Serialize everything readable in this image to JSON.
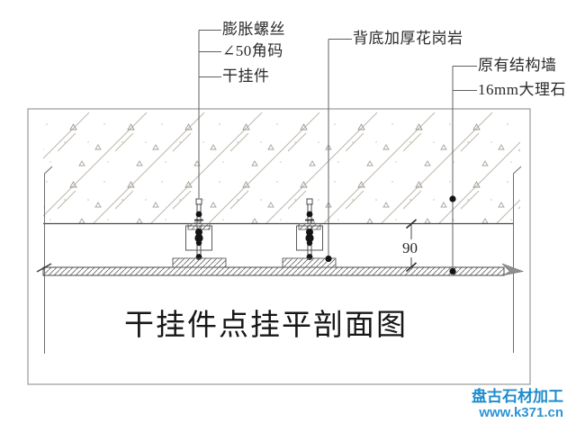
{
  "drawing": {
    "title": "干挂件点挂平剖面图",
    "callouts": {
      "expansion_screw": "膨胀螺丝",
      "angle_code": "∠50角码",
      "dry_hanger": "干挂件",
      "granite_backing": "背底加厚花岗岩",
      "structural_wall": "原有结构墙",
      "marble_panel": "16mm大理石"
    },
    "dimension": {
      "gap_value": "90"
    }
  },
  "watermark": {
    "brand": "盘古石材加工",
    "url": "www.k371.cn",
    "color": "#1e8ccd"
  },
  "colors": {
    "line_dark": "#4a4a4a",
    "line_light": "#b7b1a7",
    "border": "#9a9a9a",
    "hatch_dense": "#5f5f5f"
  }
}
